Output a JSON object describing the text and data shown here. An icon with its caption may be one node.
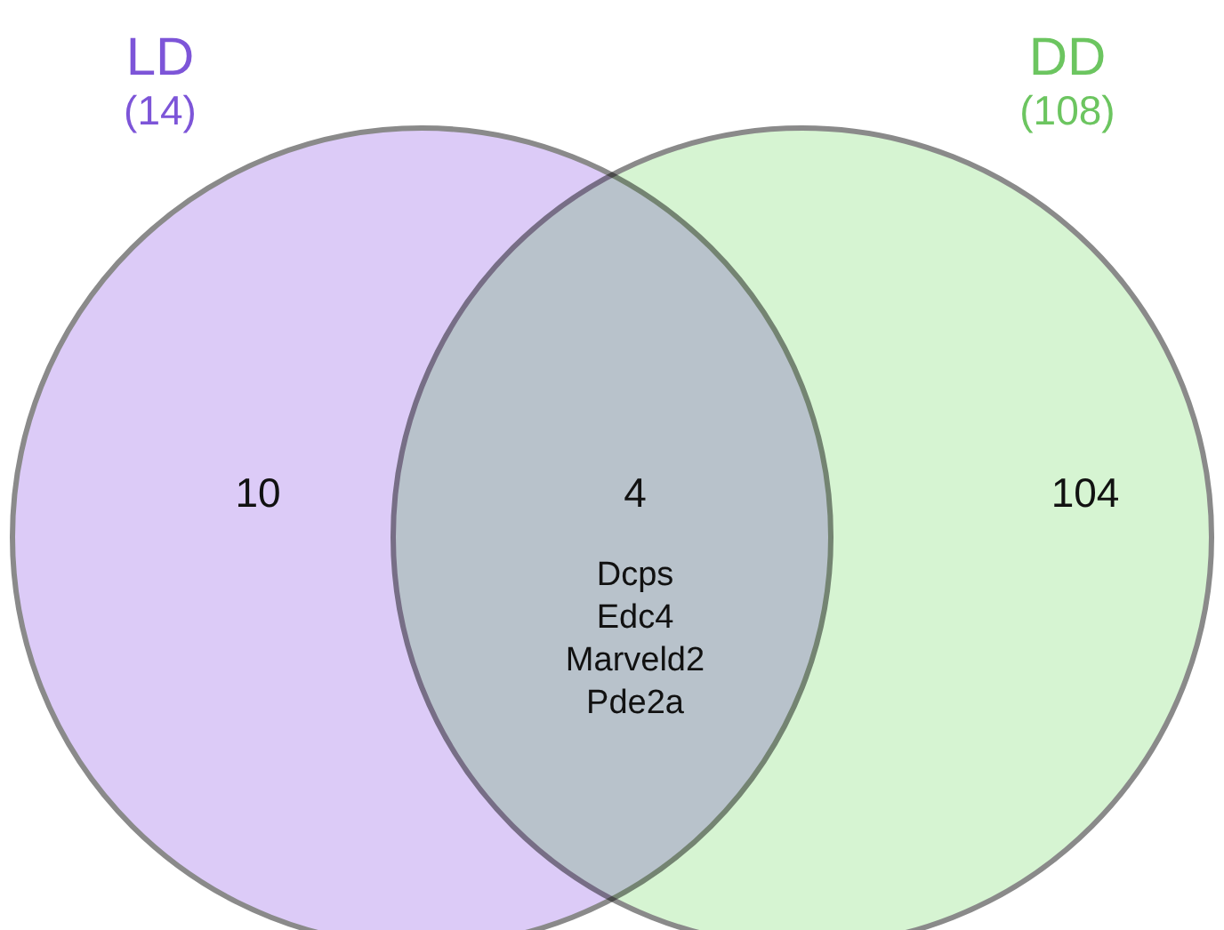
{
  "diagram": {
    "nodes": [
      {
        "text": [
          "LD",
          "(14)",
          "10"
        ]
      },
      {
        "text": [
          "DD",
          "(108)",
          "104"
        ]
      }
    ],
    "labels": [
      "4",
      "Dcps",
      "Edc4",
      "Marveld2",
      "Pde2a"
    ]
  }
}
